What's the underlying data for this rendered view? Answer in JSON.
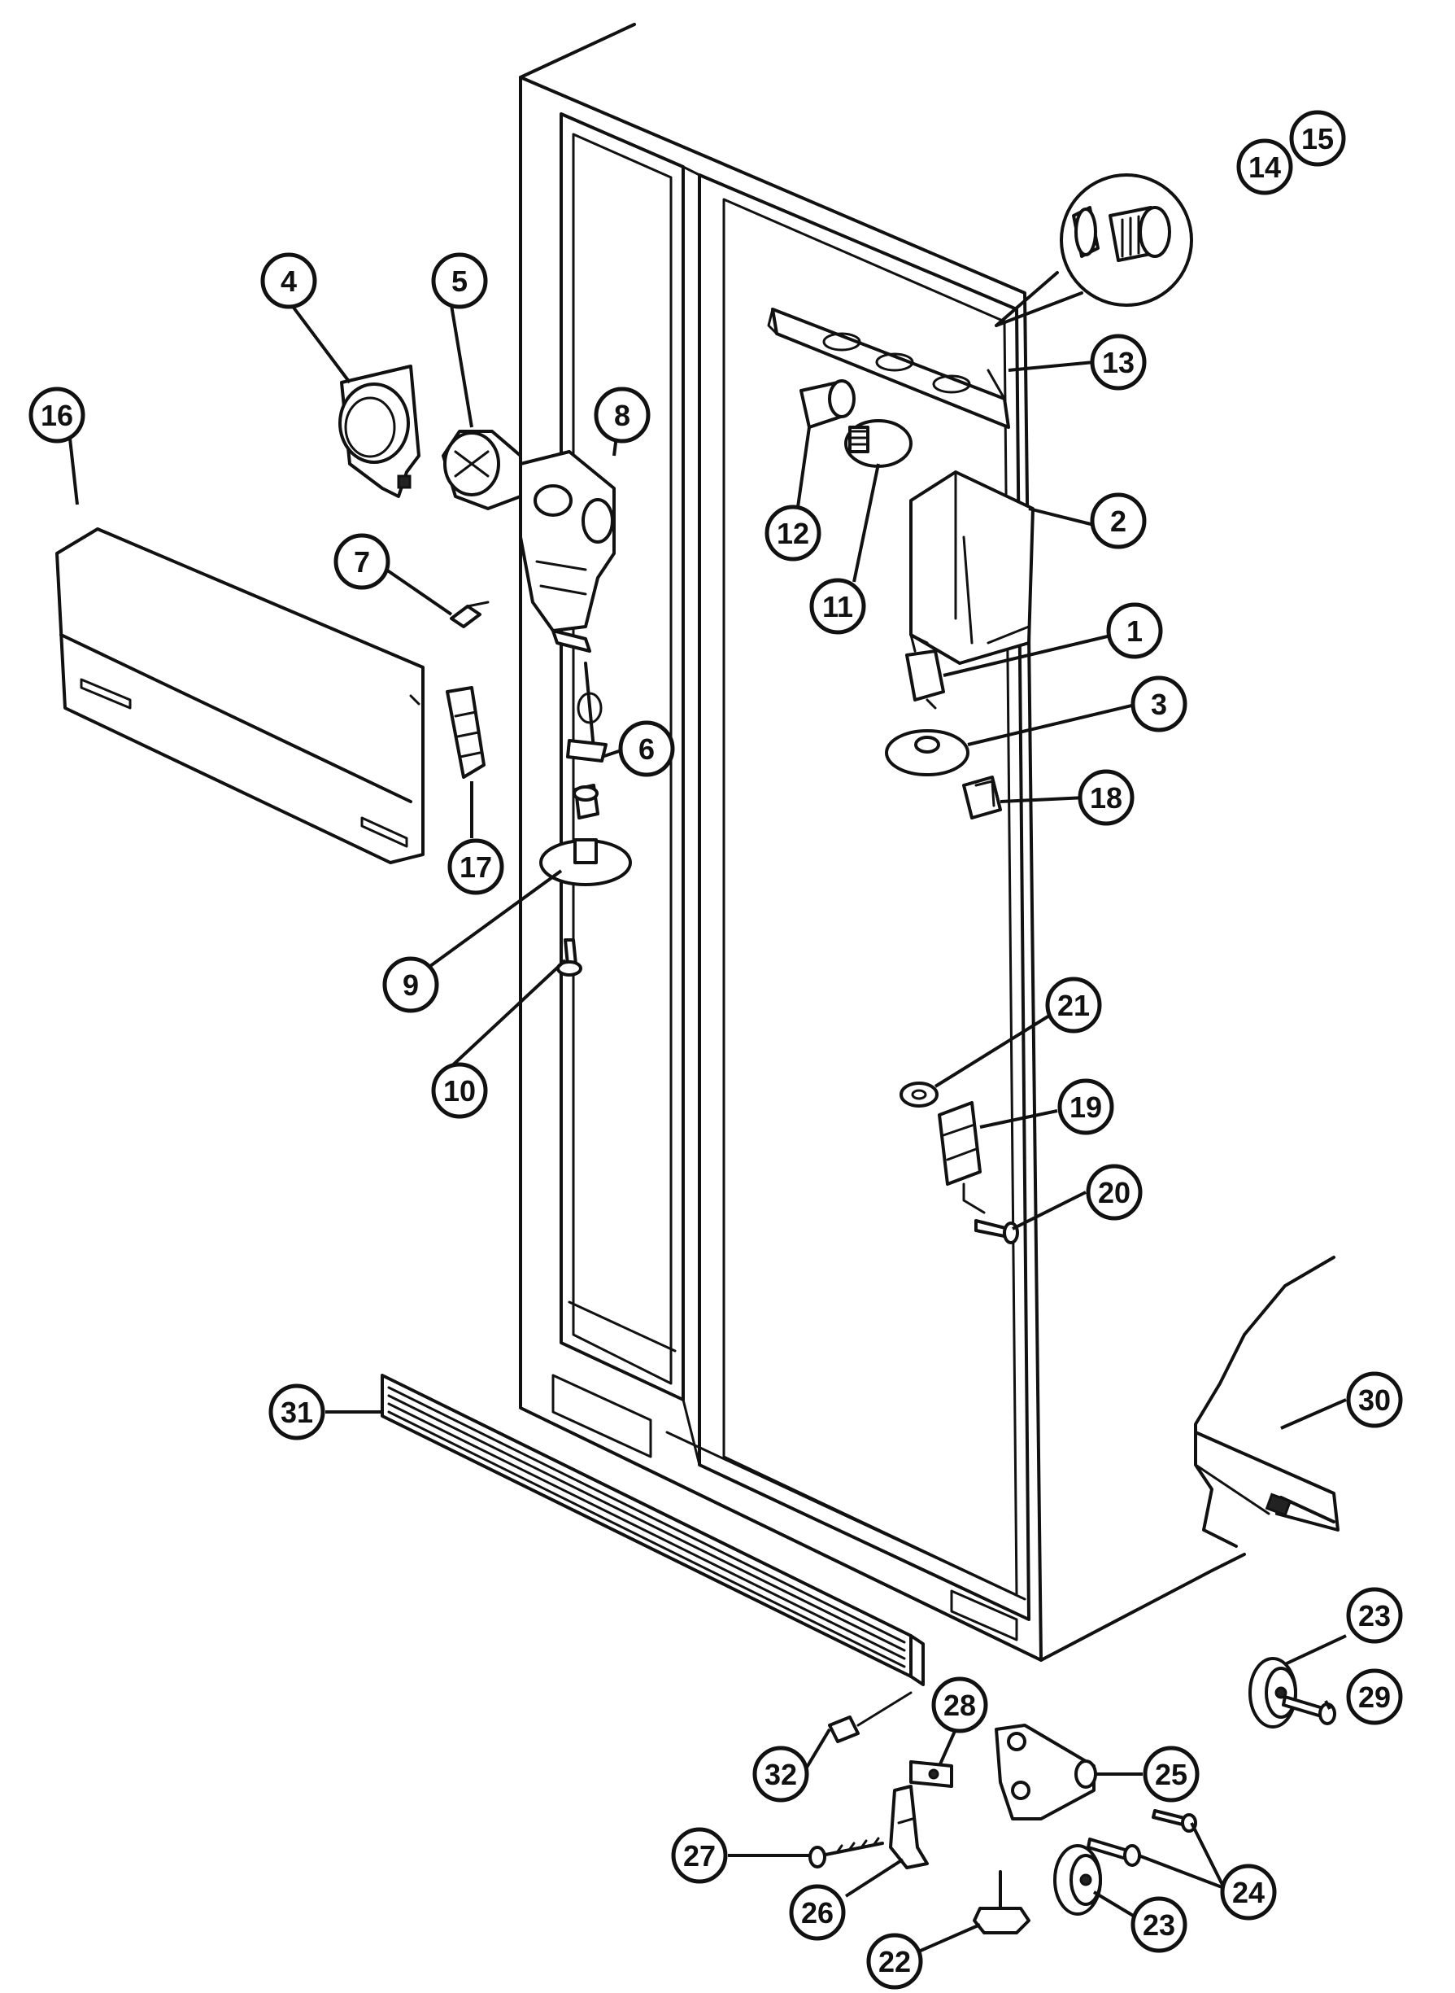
{
  "callouts": [
    {
      "id": "c1",
      "label": "1"
    },
    {
      "id": "c2",
      "label": "2"
    },
    {
      "id": "c3",
      "label": "3"
    },
    {
      "id": "c4",
      "label": "4"
    },
    {
      "id": "c5",
      "label": "5"
    },
    {
      "id": "c6",
      "label": "6"
    },
    {
      "id": "c7",
      "label": "7"
    },
    {
      "id": "c8",
      "label": "8"
    },
    {
      "id": "c9",
      "label": "9"
    },
    {
      "id": "c10",
      "label": "10"
    },
    {
      "id": "c11",
      "label": "11"
    },
    {
      "id": "c12",
      "label": "12"
    },
    {
      "id": "c13",
      "label": "13"
    },
    {
      "id": "c14",
      "label": "14"
    },
    {
      "id": "c15",
      "label": "15"
    },
    {
      "id": "c16",
      "label": "16"
    },
    {
      "id": "c17",
      "label": "17"
    },
    {
      "id": "c18",
      "label": "18"
    },
    {
      "id": "c19",
      "label": "19"
    },
    {
      "id": "c20",
      "label": "20"
    },
    {
      "id": "c21",
      "label": "21"
    },
    {
      "id": "c22",
      "label": "22"
    },
    {
      "id": "c23a",
      "label": "23"
    },
    {
      "id": "c23b",
      "label": "23"
    },
    {
      "id": "c24",
      "label": "24"
    },
    {
      "id": "c25",
      "label": "25"
    },
    {
      "id": "c26",
      "label": "26"
    },
    {
      "id": "c27",
      "label": "27"
    },
    {
      "id": "c28",
      "label": "28"
    },
    {
      "id": "c29",
      "label": "29"
    },
    {
      "id": "c30",
      "label": "30"
    },
    {
      "id": "c31",
      "label": "31"
    },
    {
      "id": "c32",
      "label": "32"
    }
  ]
}
